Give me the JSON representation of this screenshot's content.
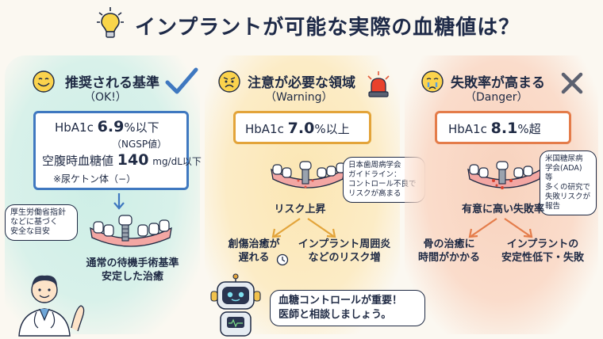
{
  "title": "インプラントが可能な実際の血糖値は？",
  "panels": [
    {
      "title": "推奨される基準",
      "subtitle": "（OK!）",
      "hba1c_label": "HbA1c",
      "hba1c_value": "6.9",
      "hba1c_unit": "%以下",
      "hba1c_note": "（NGSP値）",
      "fbg_label": "空腹時血糖値",
      "fbg_value": "140",
      "fbg_unit": "mg/dL以下",
      "ketone_note": "※尿ケトン体（−）",
      "bubble": [
        "厚生労働省指針",
        "などに基づく",
        "安全な目安"
      ],
      "outcome": [
        "通常の待機手術基準",
        "安定した治癒"
      ],
      "color": "#3f78c0"
    },
    {
      "title": "注意が必要な領域",
      "subtitle": "（Warning）",
      "hba1c_label": "HbA1c",
      "hba1c_value": "7.0",
      "hba1c_unit": "%以上",
      "bubble": [
        "日本歯周病学会",
        "ガイドライン：",
        "コントロール不良で",
        "リスクが高まる"
      ],
      "risk": "リスク上昇",
      "outcome_left": [
        "創傷治癒が",
        "遅れる"
      ],
      "outcome_right": [
        "インプラント周囲炎",
        "などのリスク増"
      ],
      "color": "#e3a43a"
    },
    {
      "title": "失敗率が高まる",
      "subtitle": "（Danger）",
      "hba1c_label": "HbA1c",
      "hba1c_value": "8.1",
      "hba1c_unit": "%超",
      "bubble": [
        "米国糖尿病",
        "学会(ADA) 等",
        "多くの研究で",
        "失敗リスクが",
        "報告"
      ],
      "risk": "有意に高い失敗率",
      "outcome_left": [
        "骨の治癒に",
        "時間がかかる"
      ],
      "outcome_right": [
        "インプラントの",
        "安定性低下・失敗"
      ],
      "color": "#e47c4a"
    }
  ],
  "robot_speech": [
    "血糖コントロールが重要！",
    "医師と相談しましょう。"
  ]
}
